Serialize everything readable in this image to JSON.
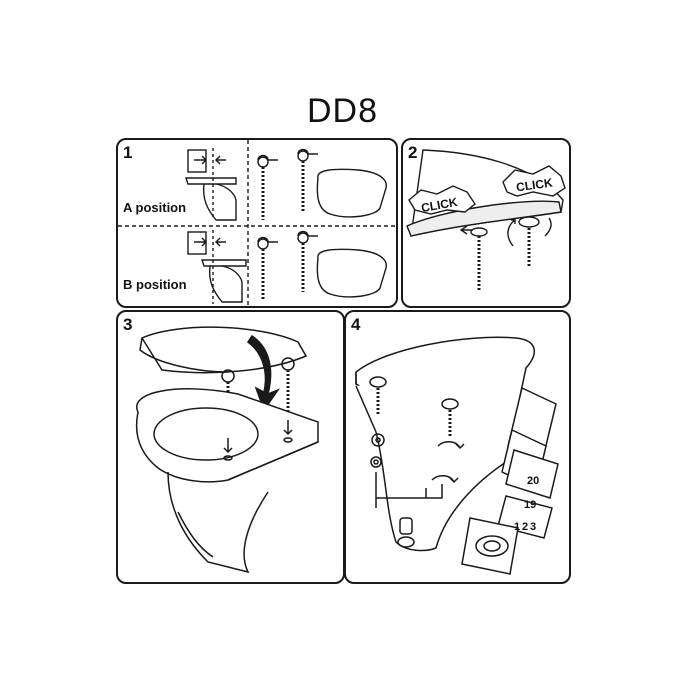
{
  "title": "DD8",
  "panels": [
    {
      "number": "1",
      "labels": [
        "A position",
        "B position"
      ]
    },
    {
      "number": "2",
      "callouts": [
        "CLICK",
        "CLICK"
      ]
    },
    {
      "number": "3"
    },
    {
      "number": "4",
      "pages": [
        "20",
        "19",
        "1",
        "2",
        "3"
      ]
    }
  ],
  "colors": {
    "line": "#1a1a1a",
    "fill": "#ffffff",
    "shade": "#d9d9d9"
  }
}
